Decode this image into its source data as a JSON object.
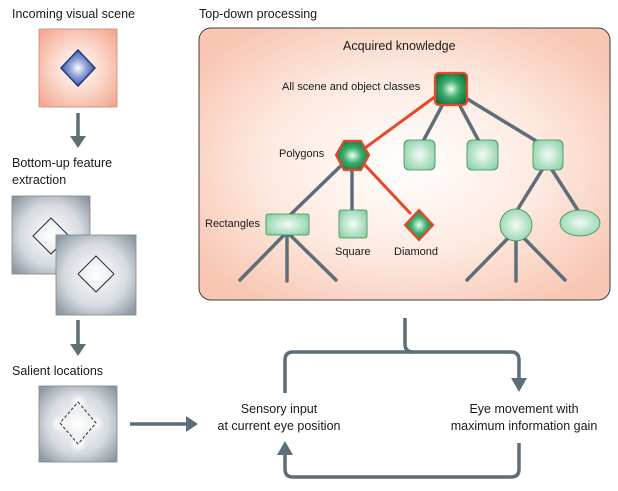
{
  "left_column": {
    "incoming_title": "Incoming visual scene",
    "bottom_up_title_line1": "Bottom-up feature",
    "bottom_up_title_line2": "extraction",
    "salient_title": "Salient locations"
  },
  "top_down": {
    "title": "Top-down processing",
    "panel_title": "Acquired knowledge",
    "nodes": {
      "root": "All scene and object classes",
      "polygons": "Polygons",
      "rectangles": "Rectangles",
      "square": "Square",
      "diamond": "Diamond"
    }
  },
  "loop": {
    "sensory_line1": "Sensory input",
    "sensory_line2": "at current eye position",
    "eye_line1": "Eye movement with",
    "eye_line2": "maximum information gain"
  },
  "colors": {
    "arrow": "#5e6e78",
    "panel_fill": "#fbd8c8",
    "highlight_path": "#e8472a",
    "node_green": "#5dba86"
  }
}
